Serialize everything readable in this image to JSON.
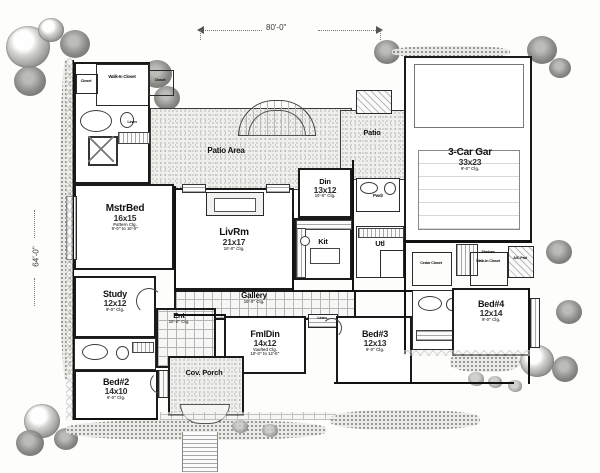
{
  "document": {
    "type": "architectural-floor-plan",
    "overall_width": "80'-0\"",
    "overall_depth": "64'-0\""
  },
  "dimensions": {
    "top_label": "80'-0\"",
    "left_label": "64'-0\""
  },
  "rooms": [
    {
      "id": "mstrbed",
      "name": "MstrBed",
      "size": "16x15",
      "ceiling": "Pattern Clg.",
      "ceiling2": "9'-0\" to 10'-0\""
    },
    {
      "id": "livrm",
      "name": "LivRm",
      "size": "21x17",
      "ceiling": "10'-0\" Clg.",
      "ceiling2": ""
    },
    {
      "id": "study",
      "name": "Study",
      "size": "12x12",
      "ceiling": "9'-0\" Clg.",
      "ceiling2": ""
    },
    {
      "id": "bed2",
      "name": "Bed#2",
      "size": "14x10",
      "ceiling": "9'-0\" Clg.",
      "ceiling2": ""
    },
    {
      "id": "bed3",
      "name": "Bed#3",
      "size": "12x13",
      "ceiling": "9'-0\" Clg.",
      "ceiling2": ""
    },
    {
      "id": "bed4",
      "name": "Bed#4",
      "size": "12x14",
      "ceiling": "9'-0\" Clg.",
      "ceiling2": ""
    },
    {
      "id": "fmldin",
      "name": "FmlDin",
      "size": "14x12",
      "ceiling": "Vaulted Clg.",
      "ceiling2": "10'-0\" to 12'-0\""
    },
    {
      "id": "din",
      "name": "Din",
      "size": "13x12",
      "ceiling": "10'-0\" Clg.",
      "ceiling2": ""
    },
    {
      "id": "garage",
      "name": "3-Car Gar",
      "size": "33x23",
      "ceiling": "9'-0\" Clg.",
      "ceiling2": ""
    }
  ],
  "spaces": [
    {
      "id": "kit",
      "name": "Kit"
    },
    {
      "id": "utl",
      "name": "Utl"
    },
    {
      "id": "pwdr",
      "name": "Pwdr"
    },
    {
      "id": "ent",
      "name": "Ent",
      "ceiling": "10'-0\" Clg."
    },
    {
      "id": "gallery",
      "name": "Gallery",
      "ceiling": "10'-0\" Clg."
    },
    {
      "id": "patio_area",
      "name": "Patio  Area"
    },
    {
      "id": "patio",
      "name": "Patio"
    },
    {
      "id": "cov_porch",
      "name": "Cov. Porch"
    }
  ],
  "closets": [
    {
      "id": "walkin_mstr",
      "name": "Walk-In Closet"
    },
    {
      "id": "closet_a",
      "name": "Closet"
    },
    {
      "id": "closet_b",
      "name": "Closet"
    },
    {
      "id": "linen_mstr",
      "name": "Linen"
    },
    {
      "id": "linen_hall",
      "name": "Linen"
    },
    {
      "id": "cedar_closet",
      "name": "Cedar Closet"
    },
    {
      "id": "walkin_bed4",
      "name": "Walk-In Closet"
    },
    {
      "id": "ac_pad",
      "name": "A/C Pad"
    },
    {
      "id": "shelves",
      "name": "Shelves"
    }
  ],
  "annotations": {
    "mstr_clg": "9'-0\" Clg.",
    "std_clg": "9'-0\" Clg.",
    "ten_clg": "10'-0\" Clg."
  },
  "colors": {
    "wall": "#1a1a1a",
    "paper": "#fdfdfc",
    "hatch": "#b0b0b0",
    "text": "#111111"
  }
}
